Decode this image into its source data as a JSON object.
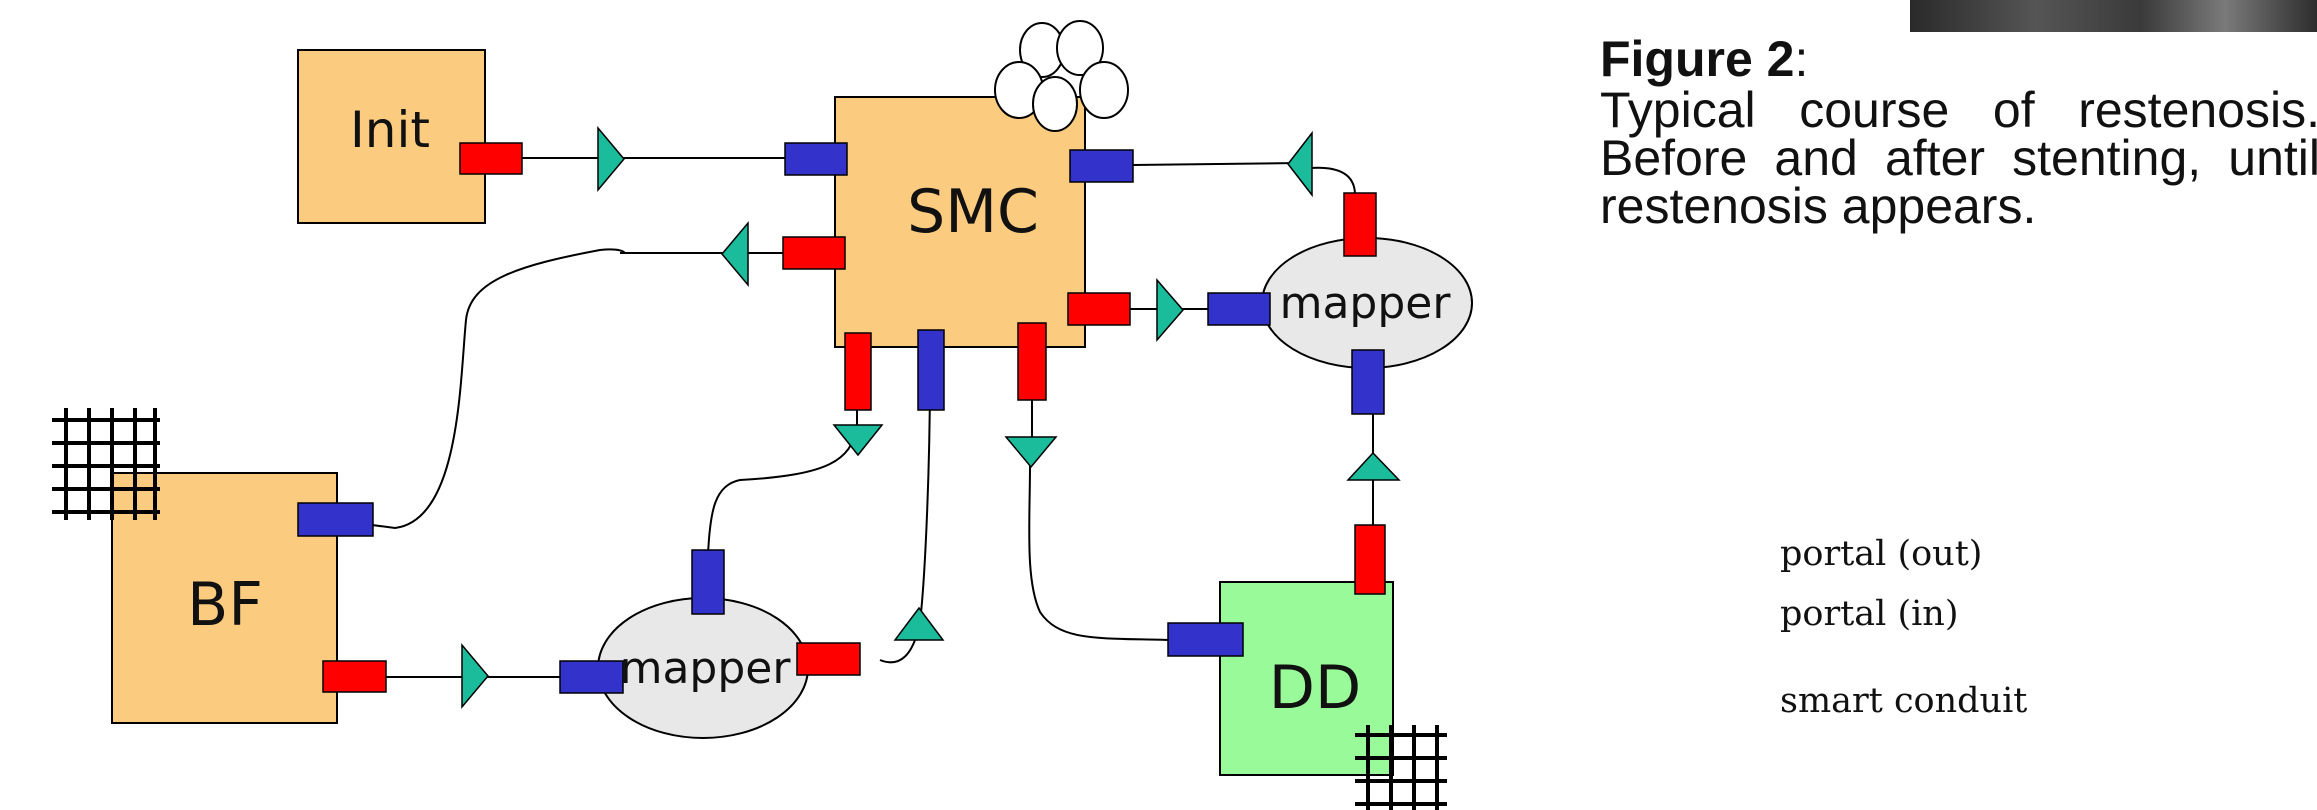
{
  "nodes": {
    "init": "Init",
    "smc": "SMC",
    "bf": "BF",
    "dd": "DD",
    "mapper_right": "mapper",
    "mapper_bottom": "mapper"
  },
  "caption": {
    "label": "Figure 2",
    "suffix": ":",
    "text": "Typical course of restenosis. Before and after stenting, until restenosis appears."
  },
  "legend": {
    "portal_out": "portal (out)",
    "portal_in": "portal (in)",
    "smart_conduit": "smart conduit"
  },
  "colors": {
    "submodel_fill": "#FBCC80",
    "dd_fill": "#98FA98",
    "mapper_fill": "#E8E8E8",
    "portal_out": "#FF0000",
    "portal_in": "#3333CC",
    "conduit": "#1ABC9C"
  }
}
